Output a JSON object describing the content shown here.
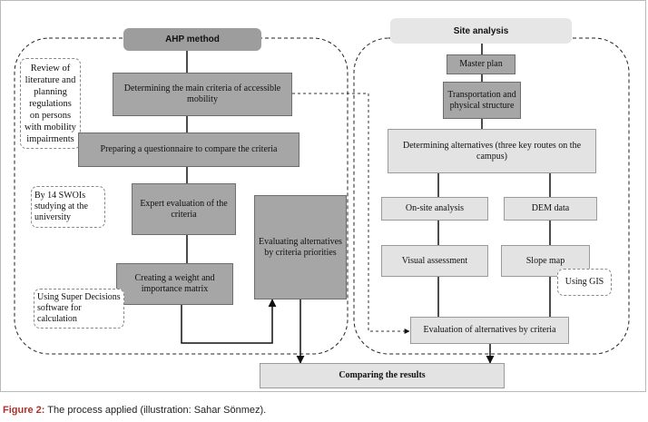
{
  "headers": {
    "ahp": "AHP method",
    "site": "Site analysis"
  },
  "ahp": {
    "review_note": "Review of literature and planning regulations on persons with mobility impairments",
    "determine_criteria": "Determining the main criteria of accessible mobility",
    "questionnaire": "Preparing a questionnaire to compare the criteria",
    "swoi_note": "By 14 SWOIs studying at the university",
    "expert_eval": "Expert evaluation of the criteria",
    "evaluating_alternatives": "Evaluating alternatives by criteria priorities",
    "weight_matrix": "Creating a weight and importance matrix",
    "super_decisions_note": "Using Super Decisions software for calculation"
  },
  "site": {
    "master_plan": "Master plan",
    "transport": "Transportation and physical structure",
    "alternatives": "Determining alternatives (three key routes on the campus)",
    "onsite": "On-site analysis",
    "dem": "DEM data",
    "visual": "Visual assessment",
    "slope": "Slope map",
    "gis_note": "Using GIS",
    "evaluation": "Evaluation of alternatives by criteria"
  },
  "result": "Comparing the results",
  "caption": {
    "label": "Figure 2:",
    "text": " The process applied (illustration: Sahar Sönmez)."
  }
}
